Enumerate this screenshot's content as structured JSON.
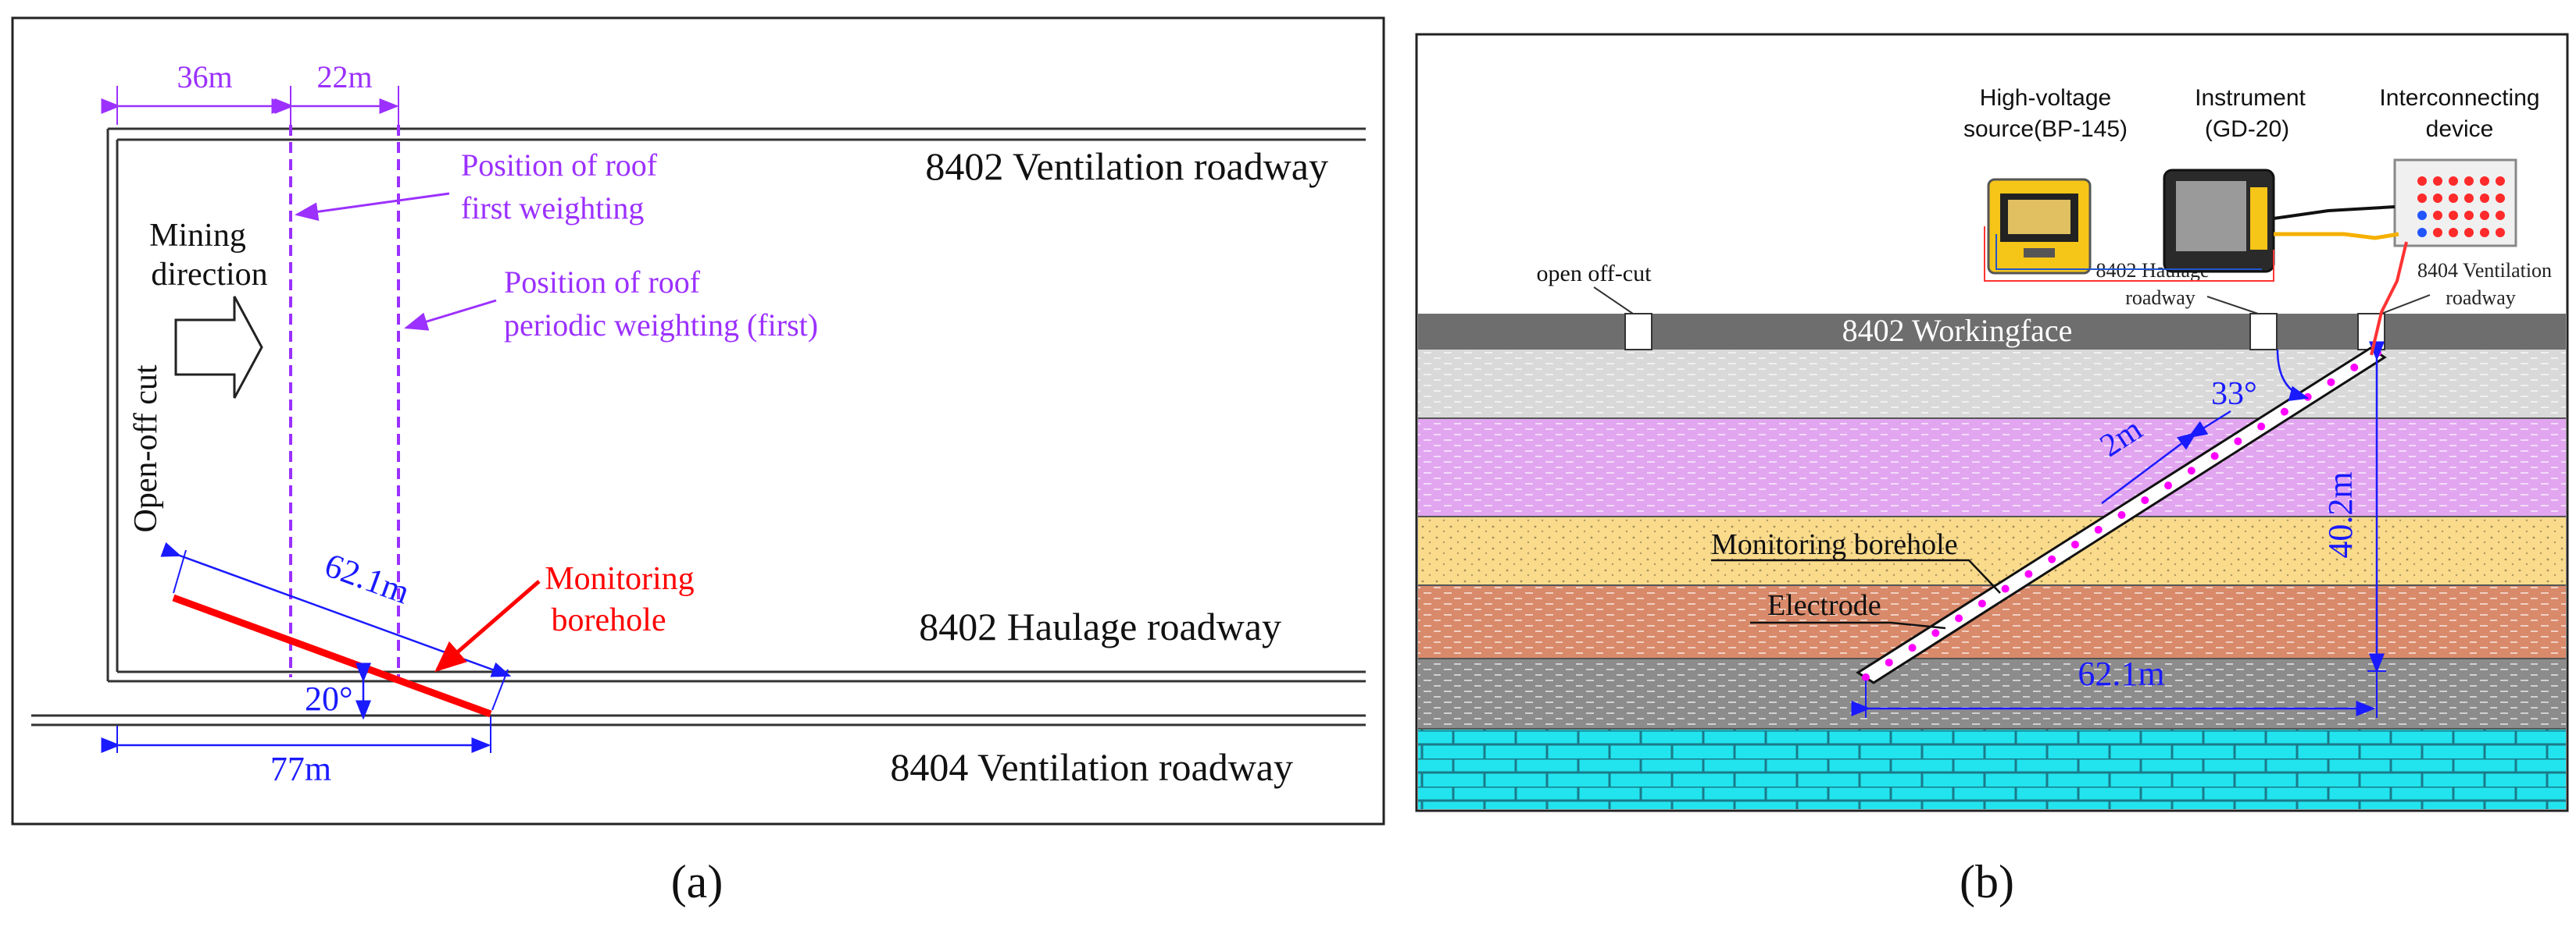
{
  "panel_a": {
    "caption": "(a)",
    "dim_36": "36m",
    "dim_22": "22m",
    "ventilation_roadway_8402": "8402 Ventilation roadway",
    "haulage_roadway_8402": "8402 Haulage roadway",
    "ventilation_roadway_8404": "8404 Ventilation roadway",
    "first_weighting_line1": "Position of roof",
    "first_weighting_line2": "first weighting",
    "periodic_weighting_line1": "Position of roof",
    "periodic_weighting_line2": "periodic weighting (first)",
    "mining_direction_line1": "Mining",
    "mining_direction_line2": "direction",
    "open_off_cut": "Open-off cut",
    "borehole_length": "62.1m",
    "monitoring_line1": "Monitoring",
    "monitoring_line2": "borehole",
    "angle": "20°",
    "dim_77": "77m",
    "colors": {
      "purple": "#9b30ff",
      "blue": "#1a1aff",
      "red": "#ff0000"
    }
  },
  "panel_b": {
    "caption": "(b)",
    "hv_source_line1": "High-voltage",
    "hv_source_line2": "source(BP-145)",
    "instrument_line1": "Instrument",
    "instrument_line2": "(GD-20)",
    "interconnect_line1": "Interconnecting",
    "interconnect_line2": "device",
    "open_off_cut": "open off-cut",
    "haulage_line1": "8402 Haulage",
    "haulage_line2": "roadway",
    "vent_line1": "8404 Ventilation",
    "vent_line2": "roadway",
    "workingface": "8402 Workingface",
    "angle": "33°",
    "spacing": "2m",
    "depth": "40.2m",
    "length": "62.1m",
    "monitoring_borehole": "Monitoring borehole",
    "electrode": "Electrode",
    "colors": {
      "workingface": "#6e6e6e",
      "layer1": "#d9d9d9",
      "layer2": "#e2a6f0",
      "layer3": "#fadb8c",
      "layer4": "#d98a6a",
      "layer5": "#8c8c8c",
      "layer6": "#22e4ee",
      "electrode": "#ff00ff"
    }
  }
}
